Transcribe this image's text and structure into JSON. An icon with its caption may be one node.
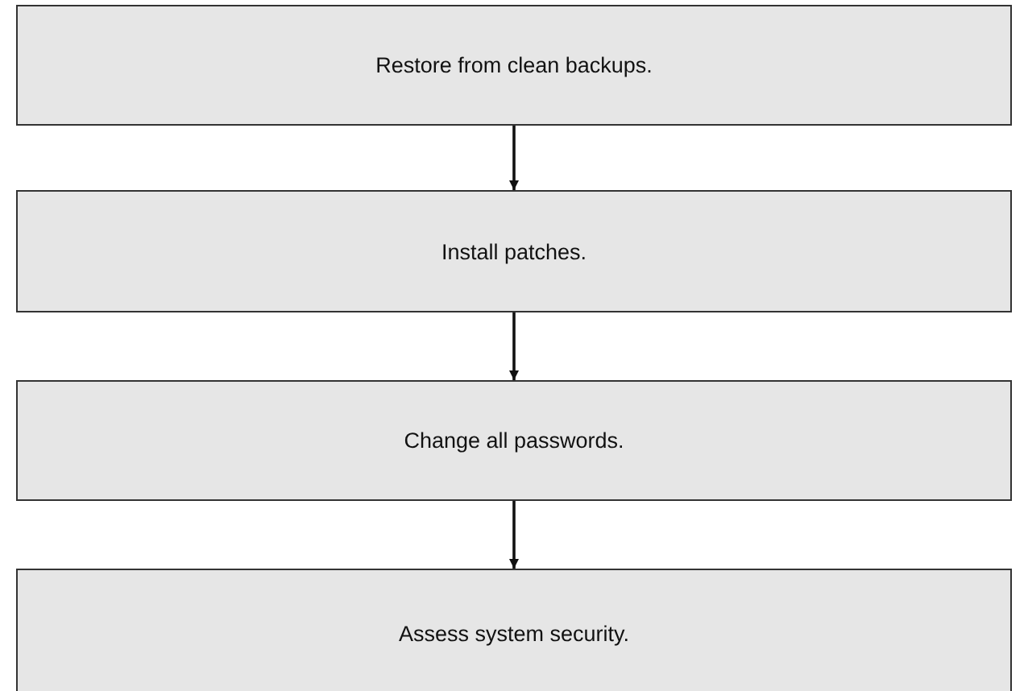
{
  "diagram": {
    "nodes": [
      {
        "text": [
          "Restore from clean backups."
        ]
      },
      {
        "text": [
          "Install patches."
        ]
      },
      {
        "text": [
          "Change all passwords."
        ]
      },
      {
        "text": [
          "Assess system security."
        ]
      }
    ],
    "edges": [
      {
        "from": 0,
        "to": 1,
        "arrow": "to"
      },
      {
        "from": 1,
        "to": 2,
        "arrow": "to"
      },
      {
        "from": 2,
        "to": 3,
        "arrow": "to"
      }
    ]
  }
}
